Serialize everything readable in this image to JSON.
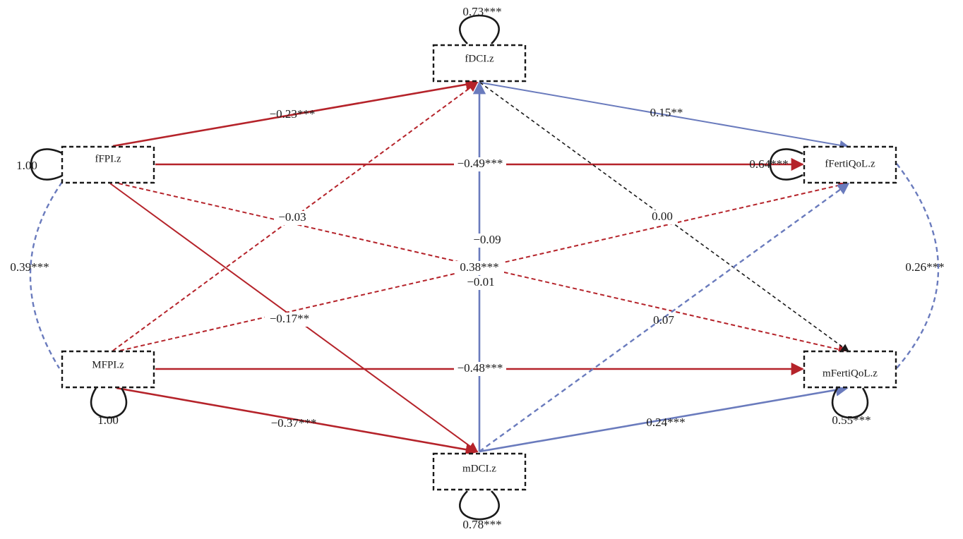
{
  "nodes": {
    "fDCI": "fDCI.z",
    "fFPI": "fFPI.z",
    "MFPI": "MFPI.z",
    "mDCI": "mDCI.z",
    "fFertiQoL": "fFertiQoL.z",
    "mFertiQoL": "mFertiQoL.z"
  },
  "paths": [
    {
      "from": "fFPI",
      "to": "fDCI",
      "label": "−0.23***",
      "style": "solid",
      "sign": "negative"
    },
    {
      "from": "fFPI",
      "to": "fFertiQoL",
      "label": "−0.49***",
      "style": "solid",
      "sign": "negative"
    },
    {
      "from": "fFPI",
      "to": "mDCI",
      "label": "",
      "style": "solid",
      "sign": "negative"
    },
    {
      "from": "fFPI",
      "to": "mFertiQoL",
      "label": "−0.09",
      "style": "dashed",
      "sign": "negative"
    },
    {
      "from": "MFPI",
      "to": "fDCI",
      "label": "−0.03",
      "style": "dashed",
      "sign": "negative"
    },
    {
      "from": "MFPI",
      "to": "fFertiQoL",
      "label": "−0.01",
      "style": "dashed",
      "sign": "negative"
    },
    {
      "from": "MFPI",
      "to": "mFertiQoL",
      "label": "−0.48***",
      "style": "solid",
      "sign": "negative"
    },
    {
      "from": "MFPI",
      "to": "mDCI",
      "label": "−0.37***",
      "style": "solid",
      "sign": "negative"
    },
    {
      "from": "fDCI",
      "to": "fFertiQoL",
      "label": "0.15**",
      "style": "solid",
      "sign": "positive"
    },
    {
      "from": "fDCI",
      "to": "mFertiQoL",
      "label": "0.00",
      "style": "dashed",
      "sign": "neutral"
    },
    {
      "from": "mDCI",
      "to": "fDCI",
      "label": "0.38***",
      "style": "solid",
      "sign": "positive"
    },
    {
      "from": "mDCI",
      "to": "fFertiQoL",
      "label": "0.07",
      "style": "dashed",
      "sign": "positive"
    },
    {
      "from": "mDCI",
      "to": "mFertiQoL",
      "label": "0.24***",
      "style": "solid",
      "sign": "positive"
    }
  ],
  "extra_label": "−0.17**",
  "covariances": {
    "left": "0.39***",
    "right": "0.26***"
  },
  "variances": {
    "fDCI": "0.73***",
    "fFPI": "1.00",
    "MFPI": "1.00",
    "mDCI": "0.78***",
    "fFertiQoL": "0.64***",
    "mFertiQoL": "0.55***"
  },
  "colors": {
    "negative": "#b5232a",
    "positive": "#6a7bbd",
    "neutral": "#1a1a1a"
  }
}
